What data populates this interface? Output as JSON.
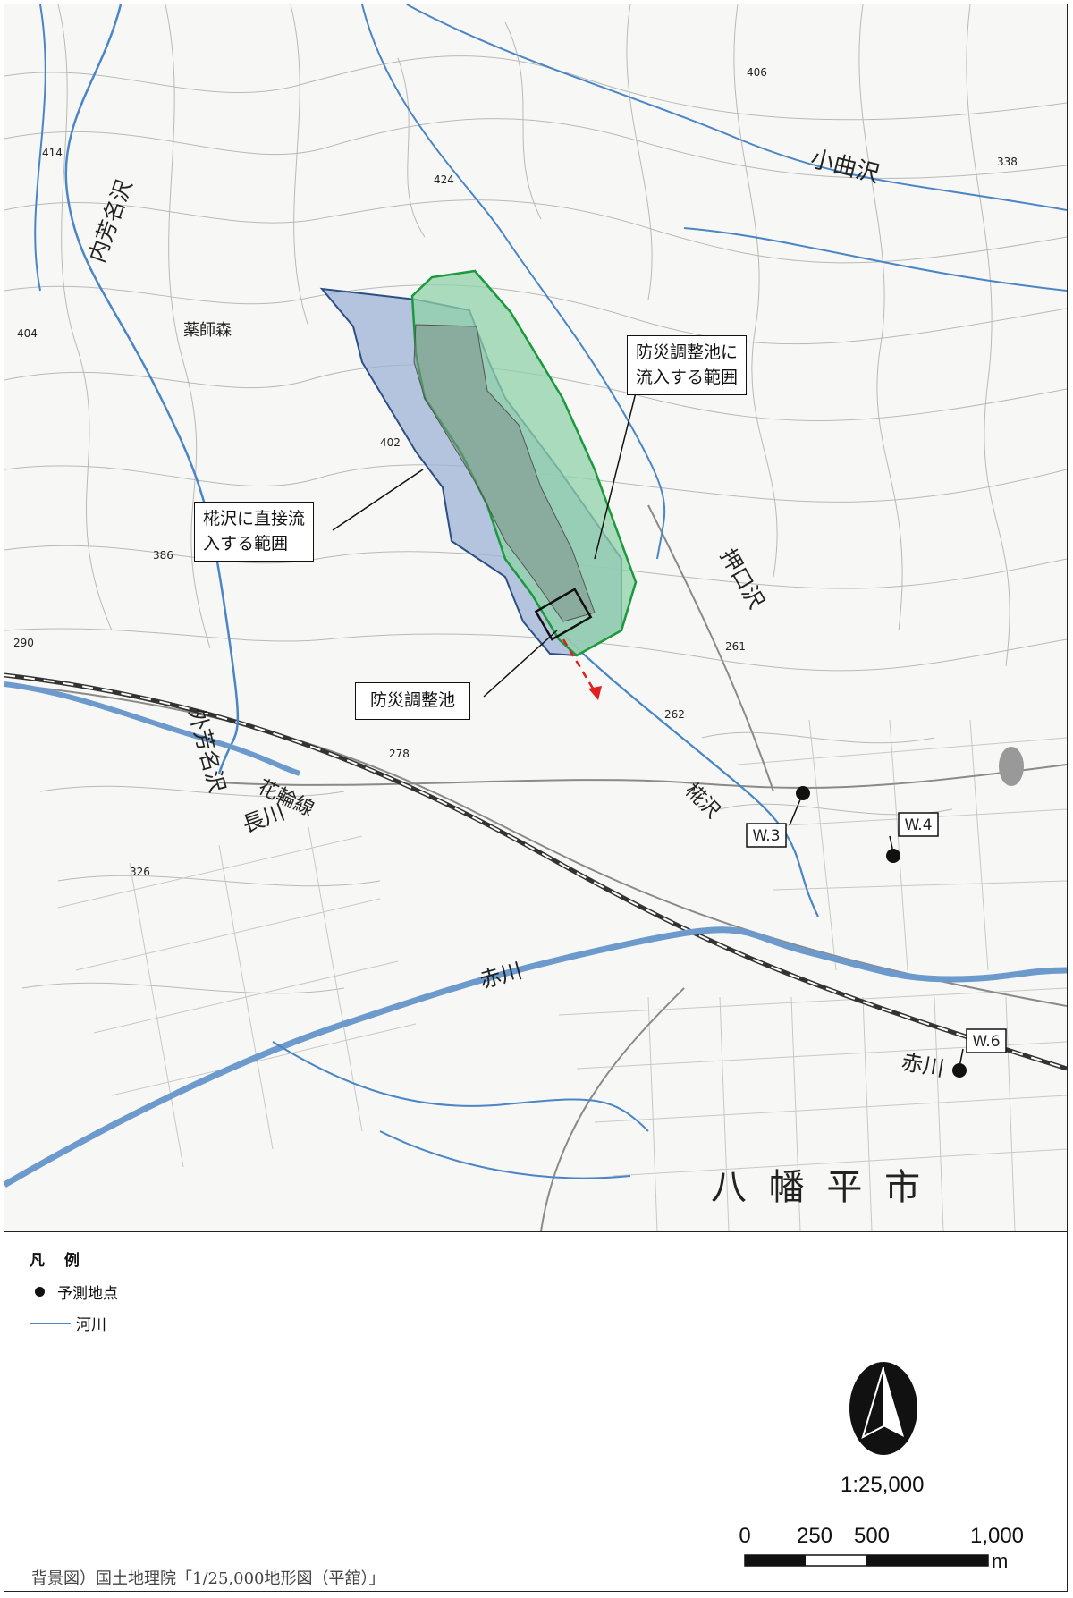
{
  "map": {
    "callouts": {
      "direct_inflow": "椛沢に直接流入する範囲",
      "direct_inflow_line1": "椛沢に直接流",
      "direct_inflow_line2": "入する範囲",
      "pond_inflow_line1": "防災調整池に",
      "pond_inflow_line2": "流入する範囲",
      "pond": "防災調整池"
    },
    "points": [
      {
        "id": "W.3",
        "label": "W.3"
      },
      {
        "id": "W.4",
        "label": "W.4"
      },
      {
        "id": "W.6",
        "label": "W.6"
      }
    ],
    "place_labels": {
      "kobuzawa_upper": "小曲沢",
      "uchishimena": "内芳名沢",
      "sotoshimena": "外芳名沢",
      "oshiguchi": "押口沢",
      "kabazawa": "椛沢",
      "nagakawa": "長川",
      "akagawa_1": "赤川",
      "akagawa_2": "赤川",
      "city": "八 幡 平 市",
      "hanawa_line": "花輪線",
      "yakushimori": "薬師森"
    },
    "spot_elevations": [
      "414",
      "424",
      "406",
      "404",
      "402",
      "338",
      "386",
      "261",
      "278",
      "326",
      "290",
      "262"
    ]
  },
  "legend": {
    "title": "凡 例",
    "prediction_point": "予測地点",
    "river": "河川"
  },
  "scale": {
    "ratio": "1:25,000",
    "ticks": [
      "0",
      "250",
      "500",
      "1,000"
    ],
    "unit": "m"
  },
  "source": "背景図）国土地理院「1/25,000地形図（平舘）」",
  "colors": {
    "river": "#4a86c6",
    "direct_area_fill": "#9fb3d6",
    "direct_area_stroke": "#2c4f86",
    "pond_area_fill": "#8fd1a8",
    "pond_area_stroke": "#1a9a3c",
    "flow_arrow": "#e02020"
  }
}
